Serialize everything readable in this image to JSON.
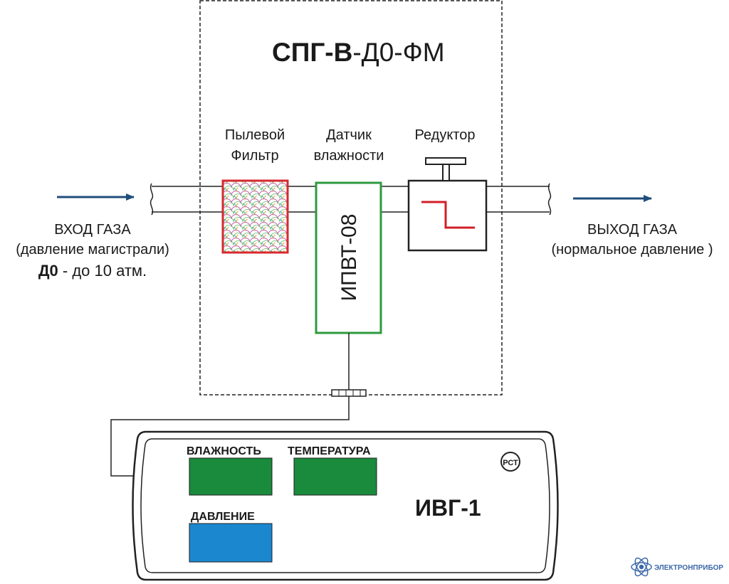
{
  "system": {
    "title_bold": "СПГ-В",
    "title_rest": "-Д0-ФМ"
  },
  "components": {
    "filter": {
      "line1": "Пылевой",
      "line2": "Фильтр"
    },
    "sensor": {
      "line1": "Датчик",
      "line2": "влажности",
      "model": "ИПВТ-08"
    },
    "reducer": {
      "label": "Редуктор"
    }
  },
  "inlet": {
    "line1": "ВХОД ГАЗА",
    "line2": "(давление магистрали)",
    "line3_bold": "Д0",
    "line3_rest": " - до 10 атм."
  },
  "outlet": {
    "line1": "ВЫХОД ГАЗА",
    "line2": "(нормальное давление )"
  },
  "device": {
    "name": "ИВГ-1",
    "displays": {
      "humidity": "ВЛАЖНОСТЬ",
      "temperature": "ТЕМПЕРАТУРА",
      "pressure": "ДАВЛЕНИЕ"
    },
    "cert_mark": "РСТ"
  },
  "logo": {
    "text": "ЭЛЕКТРОНПРИБОР"
  },
  "colors": {
    "arrow": "#1f4e7a",
    "filter_border": "#d8282f",
    "sensor_border": "#2e9a3e",
    "reducer_line": "#d21f26",
    "display_green": "#1a8a3c",
    "display_blue": "#1b87cf",
    "logo_blue": "#3b67a8"
  }
}
